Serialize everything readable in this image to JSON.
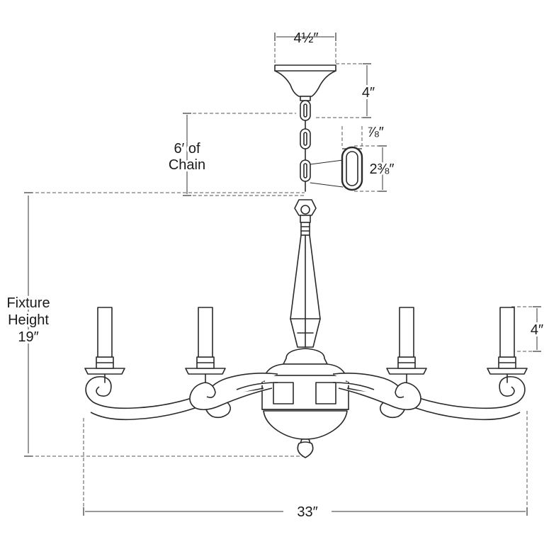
{
  "dimensions": {
    "canopy_width": "4½″",
    "canopy_height": "4″",
    "chain_length_line1": "6′ of",
    "chain_length_line2": "Chain",
    "link_width": "⅞″",
    "link_height": "2⅜″",
    "fixture_height_line1": "Fixture",
    "fixture_height_line2": "Height",
    "fixture_height_line3": "19″",
    "candle_height": "4″",
    "overall_width": "33″"
  }
}
